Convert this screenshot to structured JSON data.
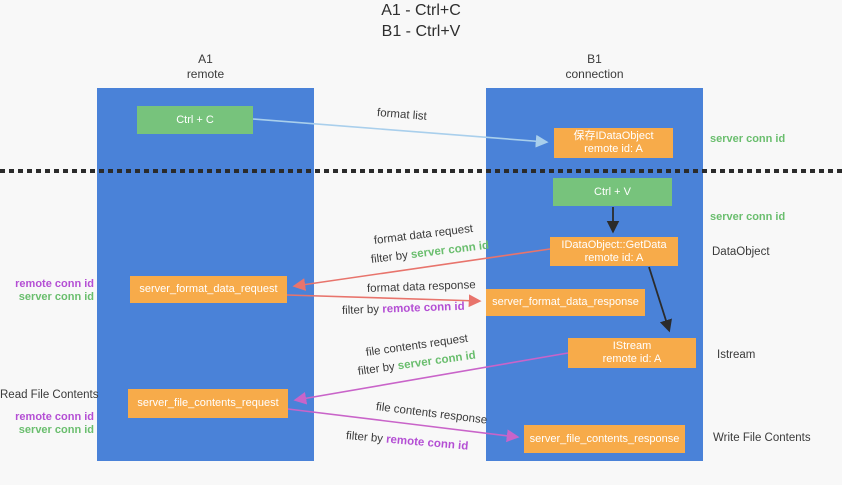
{
  "title": {
    "line1": "A1 - Ctrl+C",
    "line2": "B1 - Ctrl+V"
  },
  "lanes": {
    "a1": {
      "name": "A1",
      "sub": "remote"
    },
    "b1": {
      "name": "B1",
      "sub": "connection"
    }
  },
  "nodes": {
    "ctrl_c": {
      "label": "Ctrl + C"
    },
    "ctrl_v": {
      "label": "Ctrl + V"
    },
    "save_idataobject": {
      "line1": "保存IDataObject",
      "line2": "remote id: A"
    },
    "getdata": {
      "line1": "IDataObject::GetData",
      "line2": "remote id: A"
    },
    "istream": {
      "line1": "IStream",
      "line2": "remote id: A"
    },
    "server_format_data_request": {
      "label": "server_format_data_request"
    },
    "server_format_data_response": {
      "label": "server_format_data_response"
    },
    "server_file_contents_request": {
      "label": "server_file_contents_request"
    },
    "server_file_contents_response": {
      "label": "server_file_contents_response"
    }
  },
  "edge_labels": {
    "format_list": "format list",
    "format_data_request": "format data request",
    "format_data_response": "format data response",
    "file_contents_request": "file contents request",
    "file_contents_response": "file contents response",
    "filter_by_prefix": "filter by ",
    "server_conn_id": "server conn id",
    "remote_conn_id": "remote conn id"
  },
  "side_labels": {
    "server_conn_id_right_top": "server conn id",
    "server_conn_id_right_mid": "server conn id",
    "dataobject": "DataObject",
    "istream": "Istream",
    "write_file_contents": "Write File Contents",
    "read_file_contents": "Read File Contents",
    "remote_conn_id": "remote conn id",
    "server_conn_id": "server conn id"
  },
  "colors": {
    "lane_blue": "#4a82d8",
    "node_green": "#77c37c",
    "node_orange": "#f7ab4a",
    "arrow_lightblue": "#a9cfec",
    "arrow_red": "#e8746c",
    "arrow_magenta": "#c964c9",
    "arrow_black": "#2b2b2b",
    "text_green": "#6abe6e",
    "text_purple": "#b44fd4",
    "text_dark": "#3c3c3c",
    "background": "#f8f8f8",
    "dotted_line": "#2b2b2b"
  }
}
